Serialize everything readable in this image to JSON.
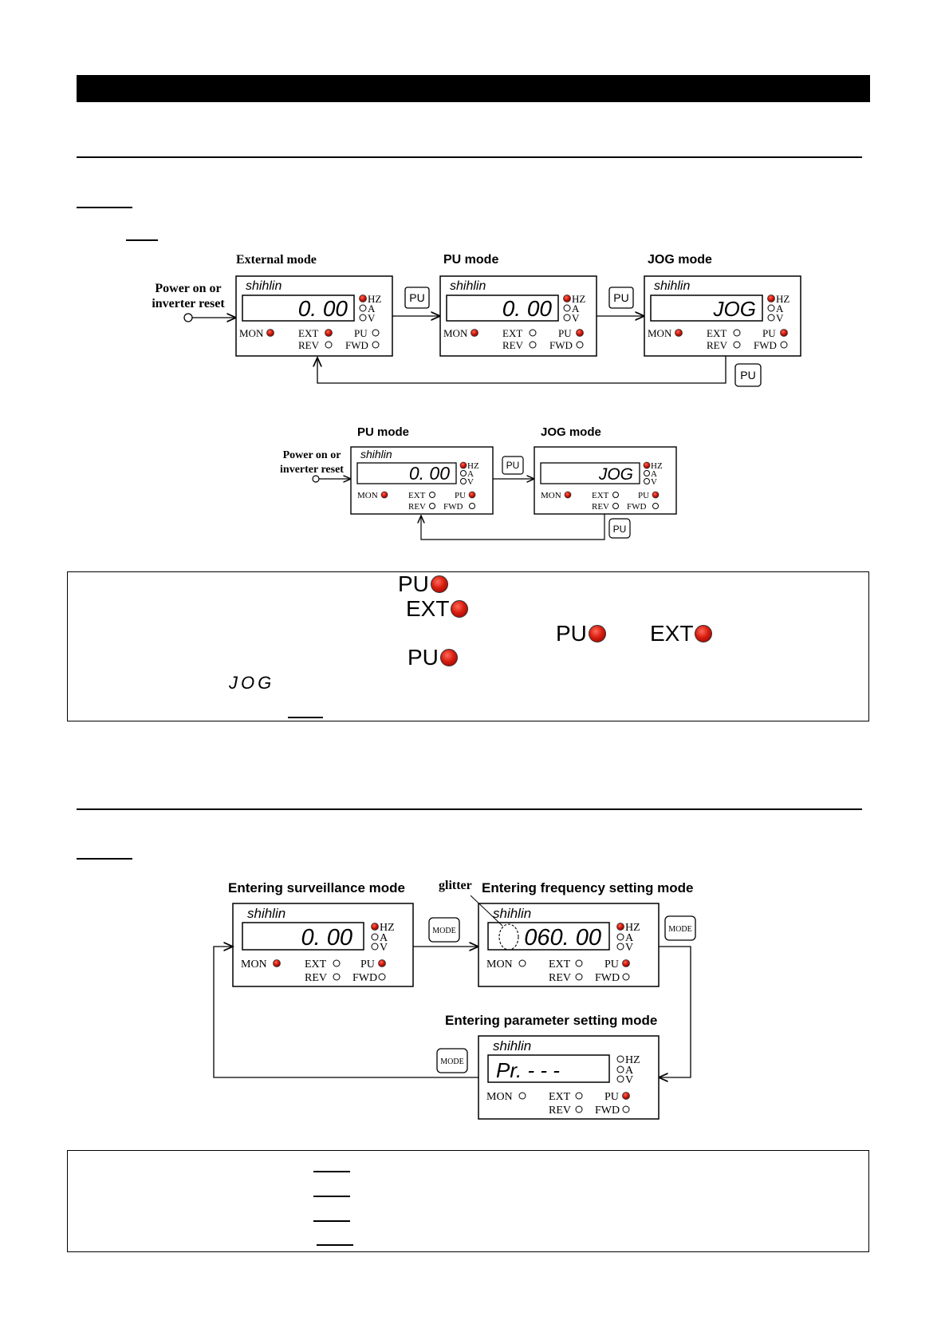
{
  "brand": "shihlin",
  "op_flow": {
    "power_label_1": "Power on or",
    "power_label_2": "inverter reset",
    "external_mode": "External mode",
    "pu_mode": "PU mode",
    "jog_mode": "JOG mode",
    "display_000": "0. 00",
    "display_jog": "JOG",
    "key_pu": "PU",
    "led_hz": "HZ",
    "led_a": "A",
    "led_v": "V",
    "lbl_mon": "MON",
    "lbl_ext": "EXT",
    "lbl_pu": "PU",
    "lbl_rev": "REV",
    "lbl_fwd": "FWD"
  },
  "note1": {
    "pu": "PU",
    "ext": "EXT",
    "jog_glyph": "JOG"
  },
  "mode_flow": {
    "surveillance": "Entering surveillance mode",
    "frequency": "Entering frequency setting mode",
    "parameter": "Entering parameter setting mode",
    "glitter": "glitter",
    "display_000": "0. 00",
    "display_freq": "060. 00",
    "display_pr": "Pr. - - -",
    "key_mode": "MODE"
  },
  "colors": {
    "led_red": "#d81e10",
    "panel_border": "#000000"
  }
}
